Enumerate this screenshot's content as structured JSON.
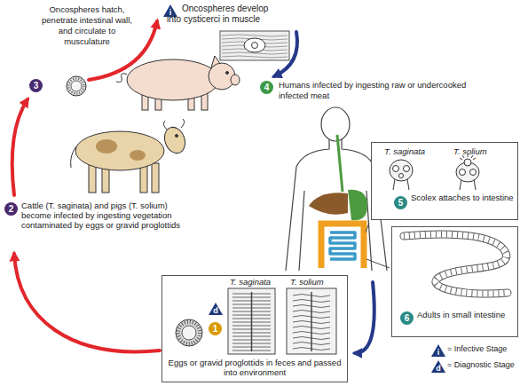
{
  "diagram": {
    "nodes": [
      {
        "text": [
          "T. saginata",
          "T. solium",
          "5",
          "Scolex attaches to intestine"
        ]
      },
      {
        "text": [
          "6",
          "Adults in small intestine"
        ]
      },
      {
        "text": [
          "T. saginata",
          "T. solium",
          "d",
          "1",
          "Eggs or gravid proglottids in feces and passed into environment"
        ]
      }
    ],
    "labels": [
      "i",
      "Oncospheres develop into cysticerci in muscle",
      "3",
      "Oncospheres hatch, penetrate intestinal wall, and circulate to musculature",
      "4",
      "Humans infected by ingesting raw or undercooked infected meat",
      "2",
      "Cattle (T. saginata) and pigs (T. solium) become infected by ingesting vegetation contaminated by eggs or gravid proglottids",
      "i",
      "d"
    ],
    "legend": [
      {
        "text": "= Infective Stage"
      },
      {
        "text": "= Diagnostic Stage"
      }
    ]
  }
}
